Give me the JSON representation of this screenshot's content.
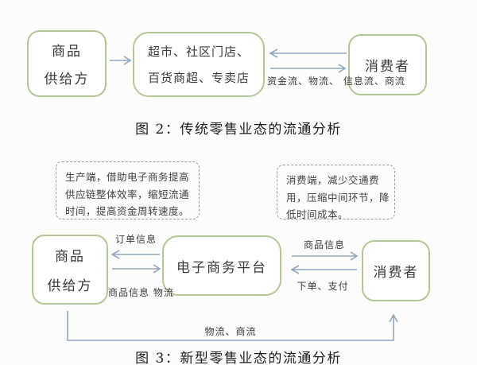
{
  "palette": {
    "box_border": "#b3c698",
    "arrow": "#8fa8c2",
    "dashed_border": "#9a9a9a",
    "text": "#3a3a3a"
  },
  "figure2": {
    "caption": "图 2：传统零售业态的流通分析",
    "supplier_box": {
      "line1": "商品",
      "line2": "供给方"
    },
    "retail_box": {
      "line1": "超市、社区门店、",
      "line2": "百货商超、专卖店"
    },
    "consumer_box": {
      "label": "消费者"
    },
    "flow_label": {
      "line1": "资金流、物流、",
      "line2": "信息流、商流"
    }
  },
  "figure3": {
    "caption": "图 3：新型零售业态的流通分析",
    "producer_note": {
      "line1": "生产端，借助电子商务提高",
      "line2": "供应链整体效率，缩短流通",
      "line3": "时间，提高资金周转速度。"
    },
    "consumer_note": {
      "line1": "消费端，减少交通费",
      "line2": "用，压缩中间环节，降",
      "line3": "低时间成本。"
    },
    "supplier_box": {
      "line1": "商品",
      "line2": "供给方"
    },
    "platform_box": {
      "label": "电子商务平台"
    },
    "consumer_box": {
      "label": "消费者"
    },
    "labels": {
      "order_info": "订单信息",
      "goods_info_left": "商品信息",
      "logistics": "物流",
      "goods_info_right": "商品信息",
      "order_pay": "下单、支付",
      "logistics_commerce": "物流、商流"
    }
  }
}
